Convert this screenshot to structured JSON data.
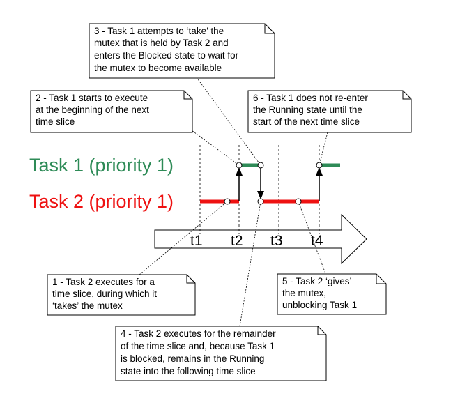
{
  "tasks": {
    "task1": {
      "label": "Task 1 (priority 1)",
      "color": "#2e8b57"
    },
    "task2": {
      "label": "Task 2 (priority 1)",
      "color": "#ee1111"
    }
  },
  "timeline": {
    "ticks": [
      "t1",
      "t2",
      "t3",
      "t4"
    ]
  },
  "notes": {
    "n1": [
      "1 - Task 2 executes for a",
      "time slice, during which it",
      "‘takes’ the mutex"
    ],
    "n2": [
      "2 - Task 1 starts to execute",
      "at the beginning of the next",
      "time slice"
    ],
    "n3": [
      "3 - Task 1 attempts to ‘take’ the",
      "mutex that is held by Task 2 and",
      "enters the Blocked state to wait for",
      "the mutex to become available"
    ],
    "n4": [
      "4 - Task 2 executes for the remainder",
      "of the time slice and, because Task 1",
      "is blocked, remains in the Running",
      "state into the following time slice"
    ],
    "n5": [
      "5 - Task 2 ‘gives’",
      "the mutex,",
      "unblocking Task 1"
    ],
    "n6": [
      "6 - Task 1 does not re-enter",
      "the Running state until the",
      "start of the next time slice"
    ]
  },
  "colors": {
    "ink": "#000000",
    "background": "#ffffff"
  }
}
